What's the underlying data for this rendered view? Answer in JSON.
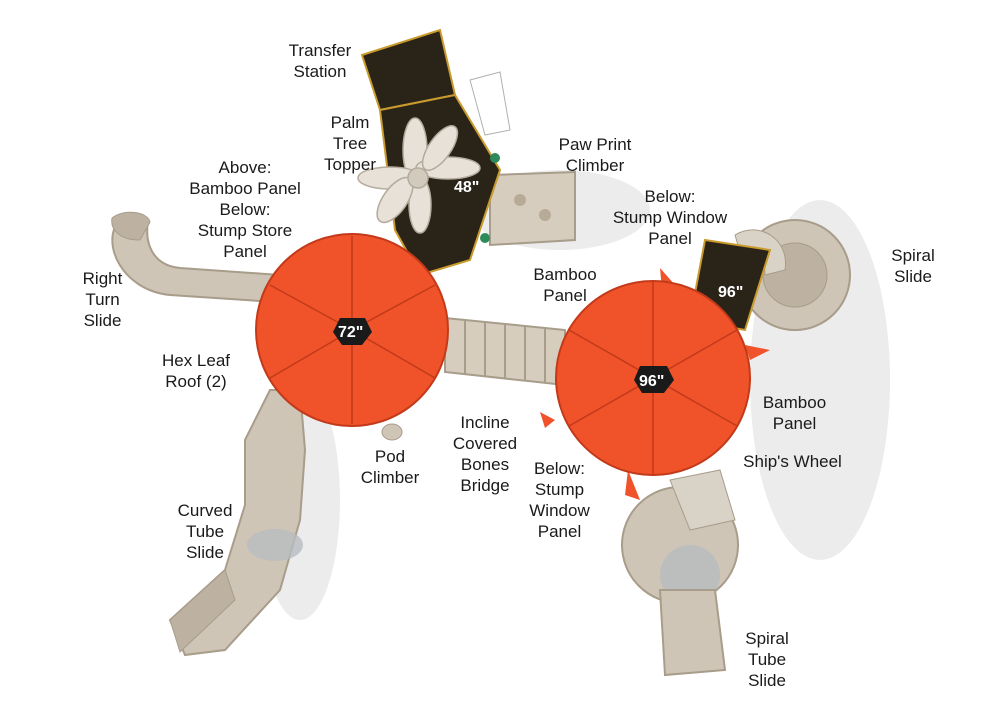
{
  "colors": {
    "roof": "#f0532a",
    "roof_dark": "#c23a19",
    "deck": "#2a2418",
    "deck_trim": "#c99a2e",
    "stone": "#cfc5b6",
    "stone_dark": "#a89c8a",
    "shadow": "#e9e9e9"
  },
  "labels": {
    "transfer_station": "Transfer\nStation",
    "palm_tree_topper": "Palm\nTree\nTopper",
    "paw_print_climber": "Paw Print\nClimber",
    "above_bamboo_panel": "Above:\nBamboo Panel\nBelow:\nStump Store\nPanel",
    "below_stump_window_top": "Below:\nStump Window\nPanel",
    "spiral_slide": "Spiral\nSlide",
    "right_turn_slide": "Right\nTurn\nSlide",
    "bamboo_panel_top": "Bamboo\nPanel",
    "hex_leaf_roof": "Hex Leaf\nRoof (2)",
    "bamboo_panel_right": "Bamboo\nPanel",
    "incline_bridge": "Incline\nCovered\nBones\nBridge",
    "pod_climber": "Pod\nClimber",
    "ships_wheel": "Ship's Wheel",
    "below_stump_window_bottom": "Below:\nStump\nWindow\nPanel",
    "curved_tube_slide": "Curved\nTube\nSlide",
    "spiral_tube_slide": "Spiral\nTube\nSlide"
  },
  "heights": {
    "h48": "48\"",
    "h72": "72\"",
    "h96_roof": "96\"",
    "h96_deck": "96\""
  }
}
